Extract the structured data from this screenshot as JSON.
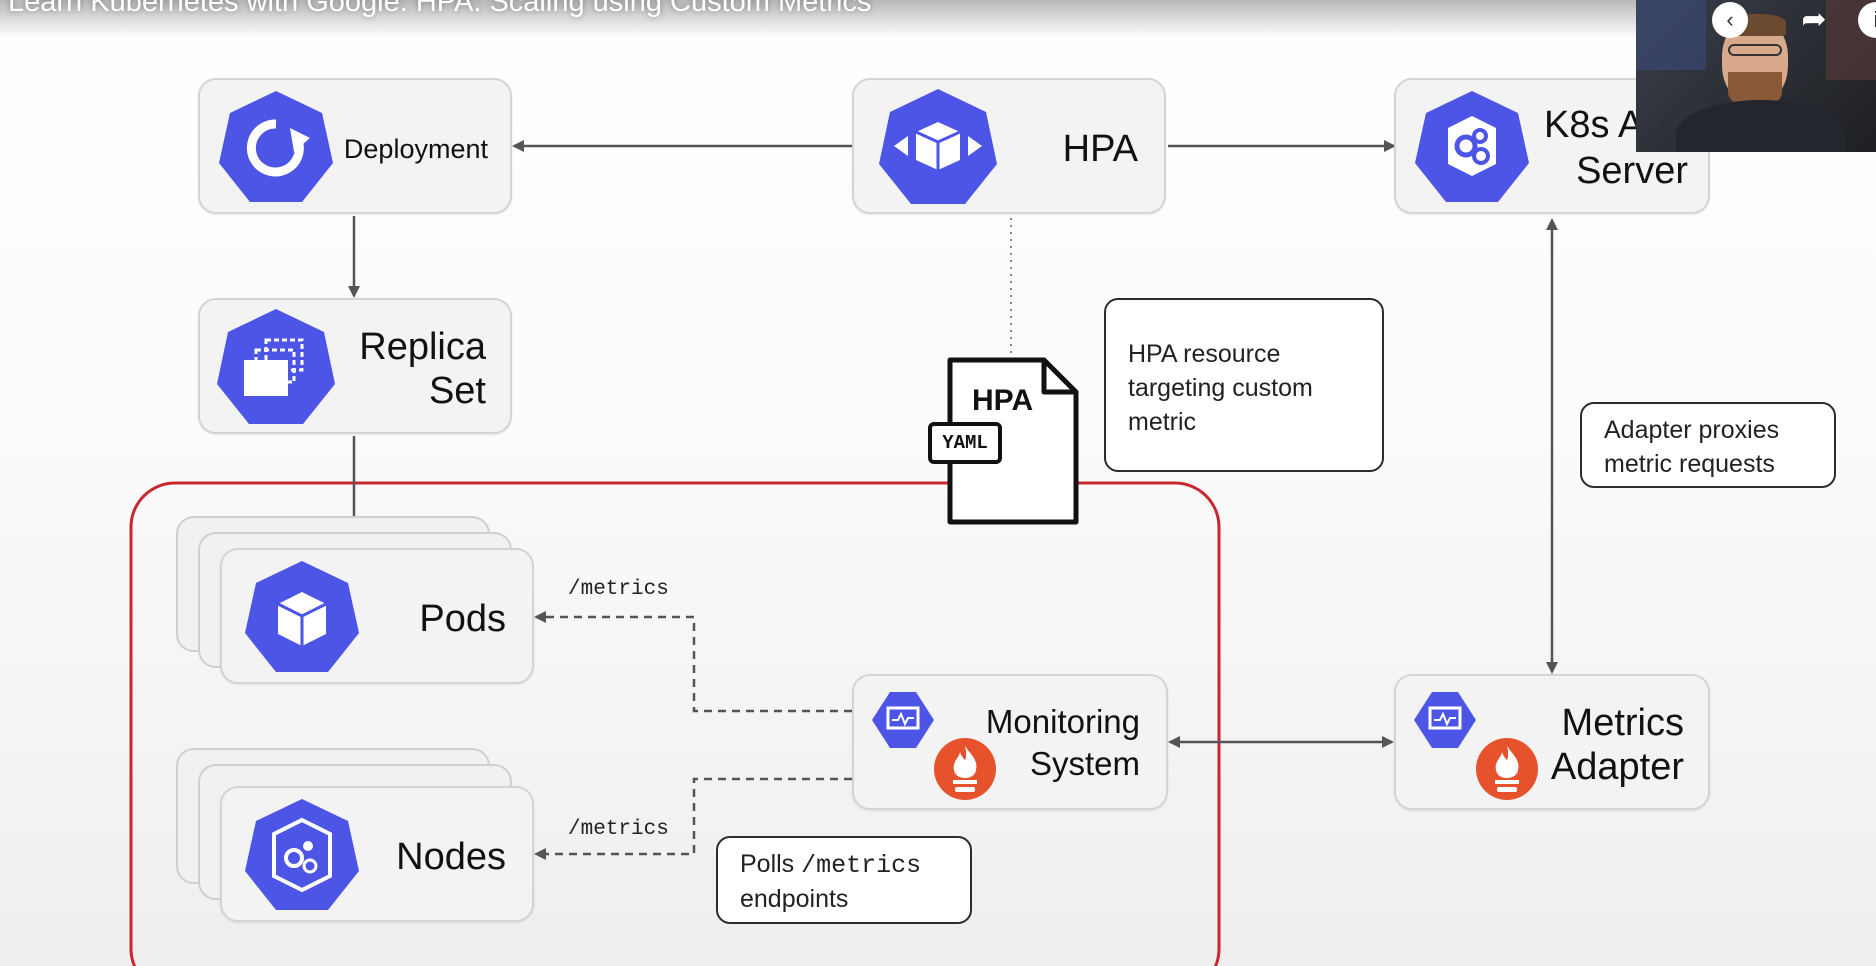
{
  "video": {
    "title": "Learn Kubernetes with Google: HPA: Scaling using Custom Metrics"
  },
  "nodes": {
    "deployment": "Deployment",
    "hpa": "HPA",
    "k8s_api_line1": "K8s A",
    "k8s_api_line2": "Server",
    "replica_line1": "Replica",
    "replica_line2": "Set",
    "pods": "Pods",
    "nodes": "Nodes",
    "monitoring_line1": "Monitoring",
    "monitoring_line2": "System",
    "metrics_adapter_line1": "Metrics",
    "metrics_adapter_line2": "Adapter"
  },
  "yaml_doc": {
    "title": "HPA",
    "tag": "YAML"
  },
  "notes": {
    "hpa_resource": [
      "HPA resource",
      "targeting custom",
      "metric"
    ],
    "adapter_proxies": [
      "Adapter proxies",
      "metric requests"
    ],
    "polls_prefix": "Polls ",
    "polls_path": "/metrics",
    "polls_line2": "endpoints"
  },
  "edge_labels": {
    "pods_metrics": "/metrics",
    "nodes_metrics": "/metrics"
  },
  "colors": {
    "k8s_blue": "#4d55e6",
    "prometheus_orange": "#e6522c",
    "highlight_red": "#c8282d",
    "node_fill": "#f3f3f3"
  },
  "icons": {
    "deployment": "deployment-cycle-icon",
    "hpa": "hpa-cube-arrows-icon",
    "k8s_api": "api-server-gears-icon",
    "replica_set": "replica-set-stack-icon",
    "pods": "pod-cube-icon",
    "nodes": "node-gears-icon",
    "monitoring": "monitoring-screen-icon",
    "prometheus": "prometheus-flame-icon"
  }
}
